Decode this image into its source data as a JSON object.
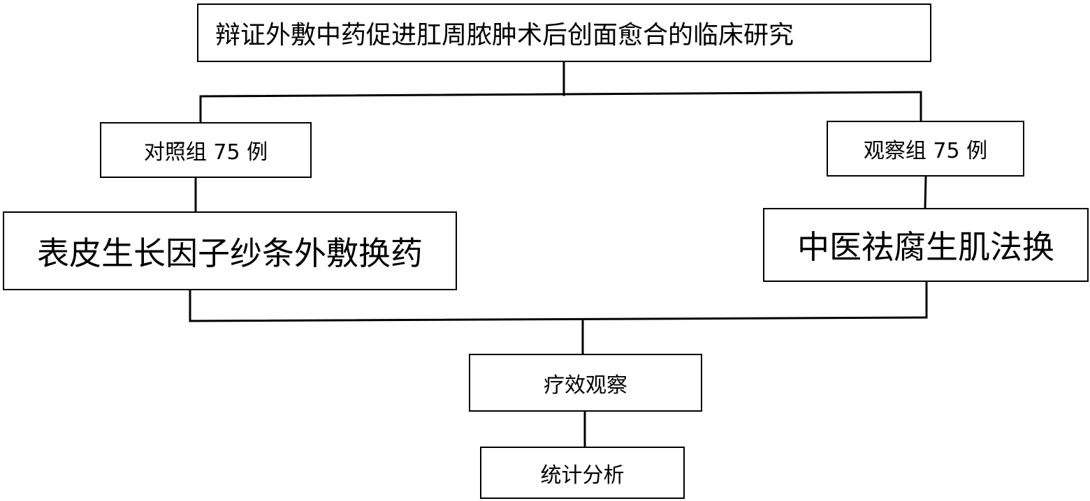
{
  "title": "辩证外敷中药促进肛周脓肿术后创面愈合的临床研究",
  "groups": {
    "control": {
      "label": "对照组 75 例",
      "treatment": "表皮生长因子纱条外敷换药"
    },
    "observation": {
      "label": "观察组 75 例",
      "treatment": "中医祛腐生肌法换"
    }
  },
  "outcome": {
    "efficacy": "疗效观察",
    "statistics": "统计分析"
  }
}
